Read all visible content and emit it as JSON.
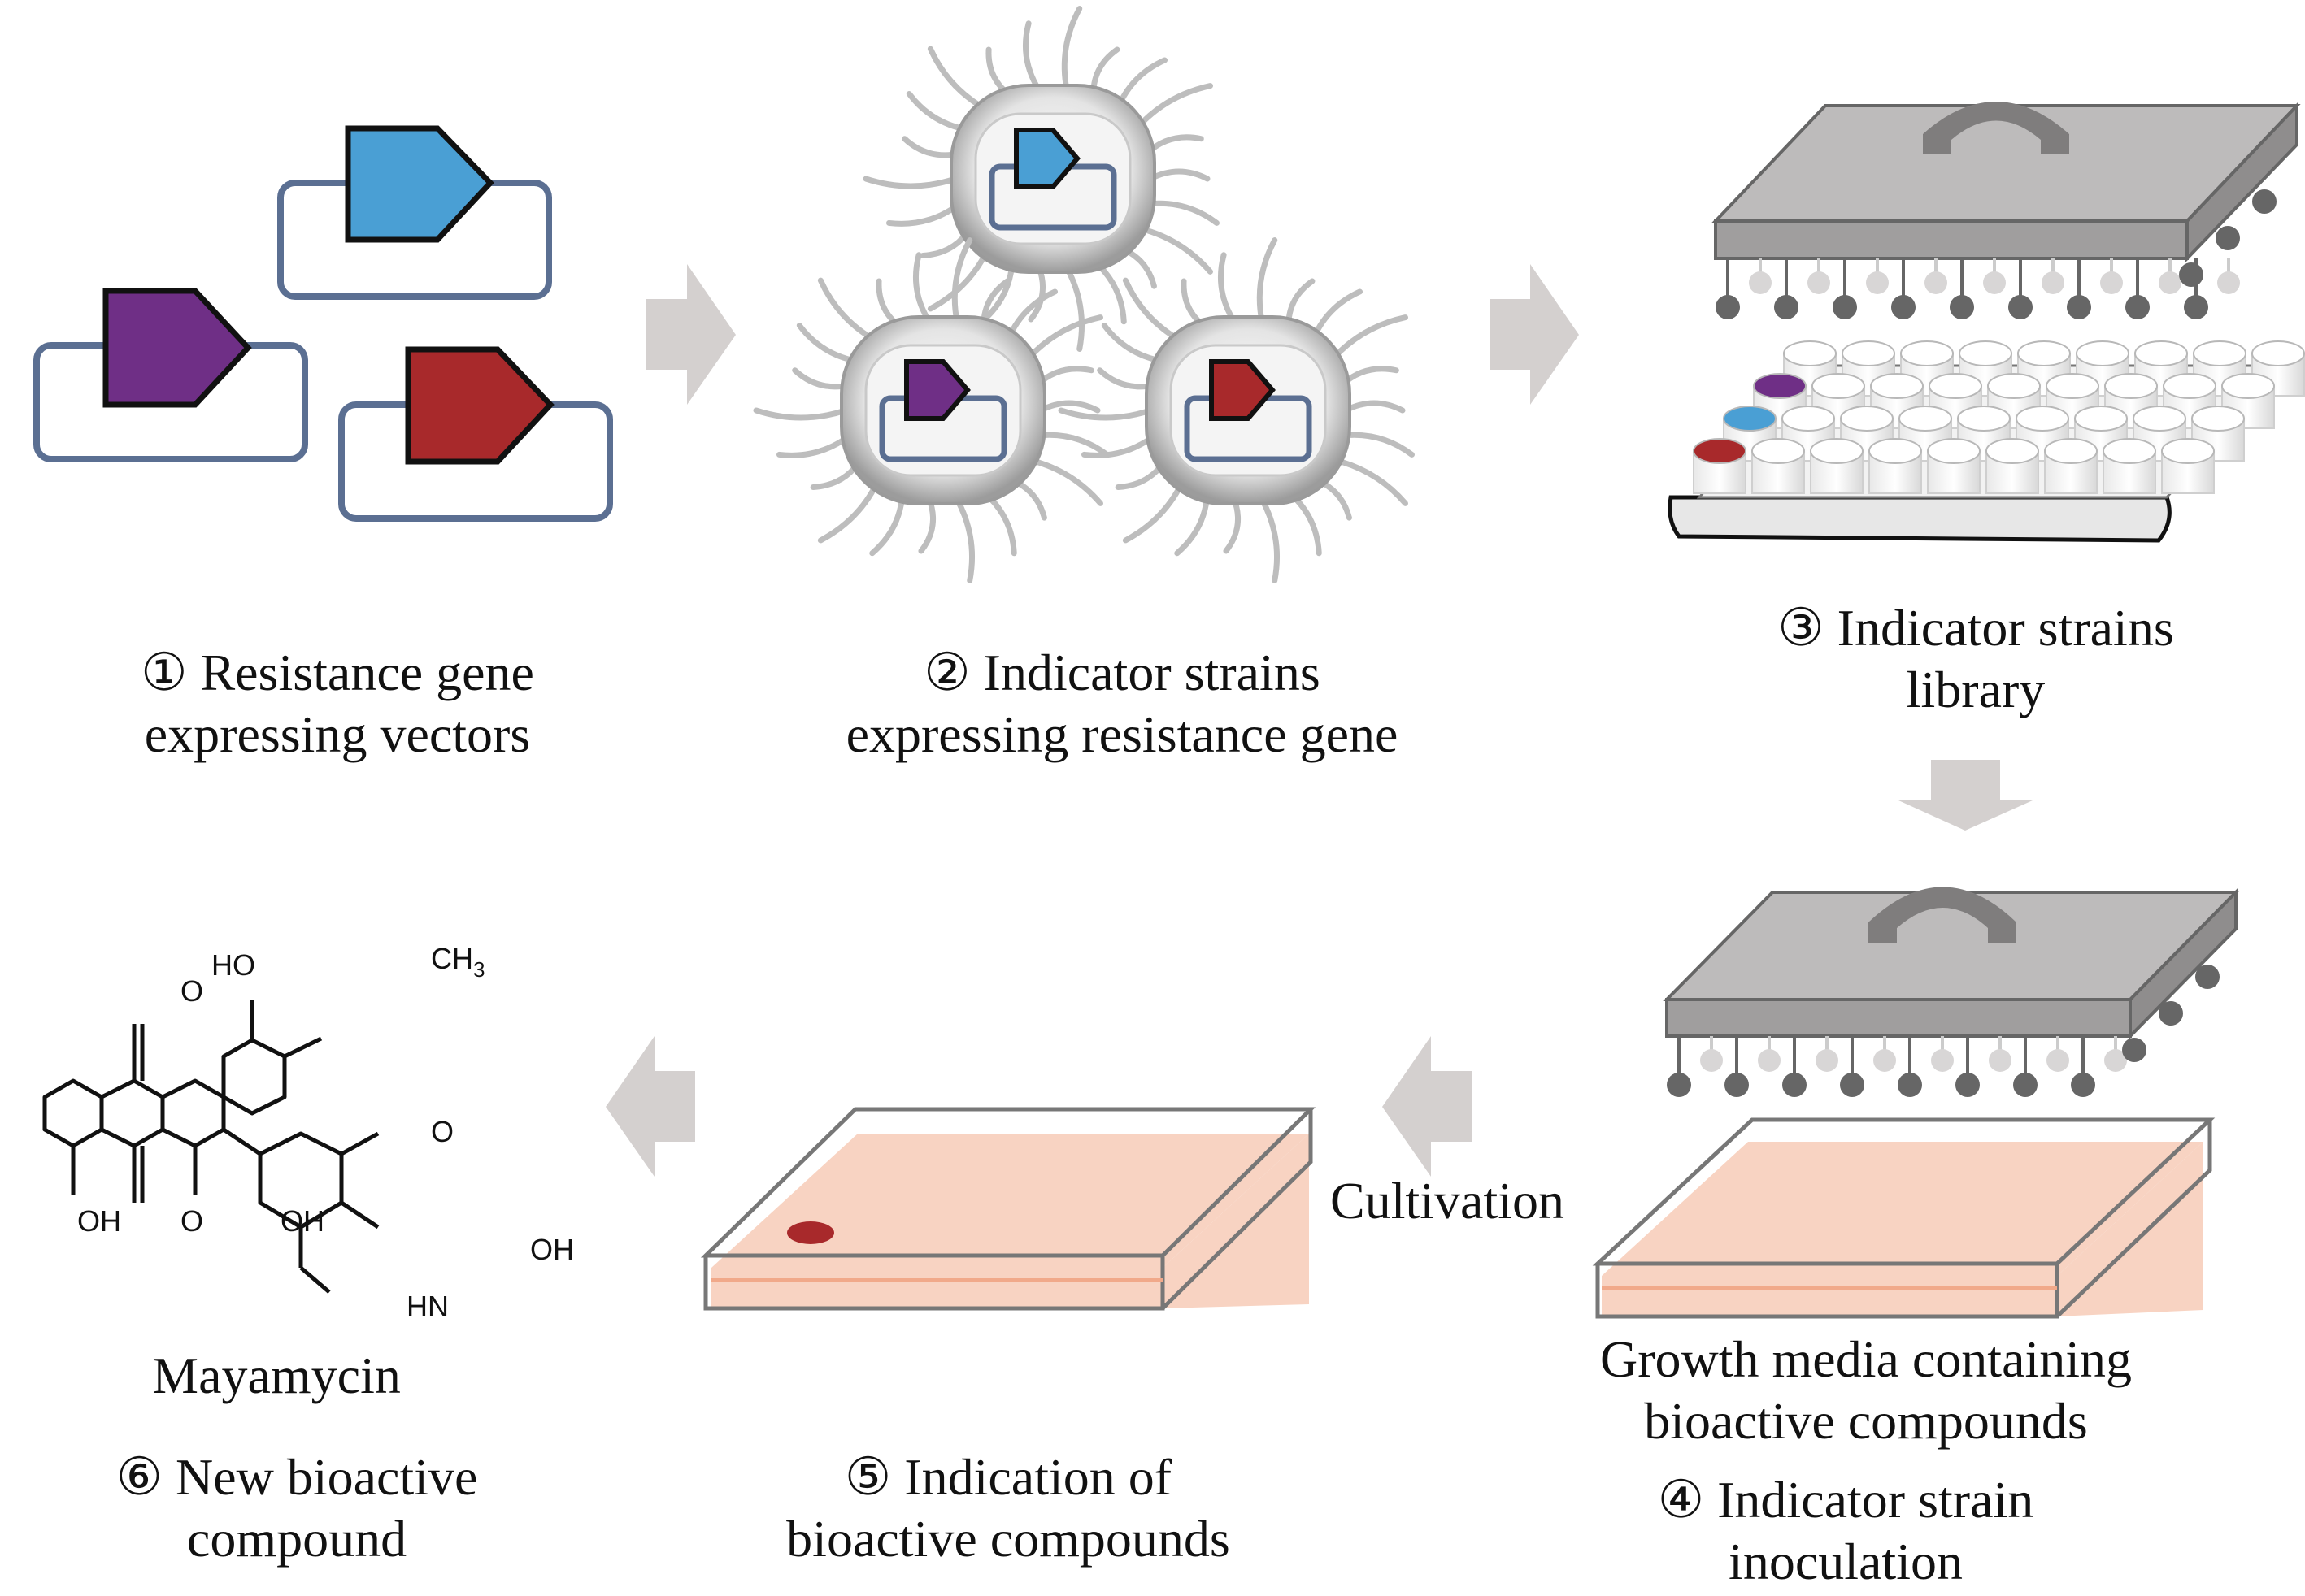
{
  "steps": [
    {
      "marker": "①",
      "line1": "Resistance gene",
      "line2": "expressing vectors"
    },
    {
      "marker": "②",
      "line1": "Indicator strains",
      "line2": "expressing resistance gene"
    },
    {
      "marker": "③",
      "line1": "Indicator strains",
      "line2": "library"
    },
    {
      "marker": "④",
      "line1": "Indicator strain",
      "line2": "inoculation"
    },
    {
      "marker": "⑤",
      "line1": "Indication of",
      "line2": "bioactive compounds"
    },
    {
      "marker": "⑥",
      "line1": "New bioactive",
      "line2": "compound"
    }
  ],
  "annotations": {
    "cultivation": "Cultivation",
    "media_line1": "Growth media containing",
    "media_line2": "bioactive compounds",
    "compound_name": "Mayamycin"
  },
  "molecule_atoms": {
    "ho_top": "HO",
    "ch3": "CH",
    "ch3_sub": "3",
    "o_top": "O",
    "o_bottom": "O",
    "oh_left": "OH",
    "oh_mid": "OH",
    "ring_o": "O",
    "oh_sugar": "OH",
    "hn": "HN"
  },
  "colors": {
    "blue_gene": "#4a9fd4",
    "purple_gene": "#6f2f86",
    "red_gene": "#a8292b",
    "vector_outline": "#5b6f92",
    "arrow": "#d4d0cf",
    "plate": "#bdbbbb",
    "medium": "#f8d3c2"
  }
}
